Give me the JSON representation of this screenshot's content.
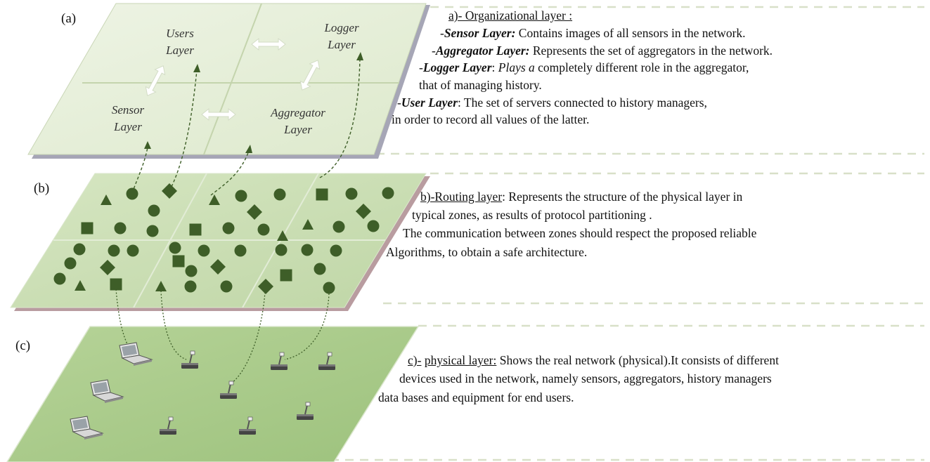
{
  "panels": {
    "a_label": "(a)",
    "b_label": "(b)",
    "c_label": "(c)"
  },
  "organizational_layer": {
    "cells": {
      "users": [
        "Users",
        "Layer"
      ],
      "logger": [
        "Logger",
        "Layer"
      ],
      "sensor": [
        "Sensor",
        "Layer"
      ],
      "aggregator": [
        "Aggregator",
        "Layer"
      ]
    },
    "description": {
      "heading": "a)- Organizational layer :",
      "sensor_prefix": "-",
      "sensor_term": "Sensor Layer:",
      "sensor_text": " Contains images of all sensors in the network.",
      "aggregator_prefix": "-",
      "aggregator_term": "Aggregator Layer:",
      "aggregator_text": " Represents the set of aggregators in the network.",
      "logger_prefix": "-",
      "logger_term": "Logger Layer",
      "logger_colon": ":  ",
      "logger_italic": "Plays a",
      "logger_text": " completely different role in the aggregator,",
      "logger_line2": "that of managing  history.",
      "user_prefix": "-",
      "user_term": "User Layer",
      "user_text": ": The set of servers connected to history managers,",
      "user_line2": "in order to record all values of the latter."
    }
  },
  "routing_layer": {
    "description": {
      "heading": "b)-Routing layer",
      "line1_rest": ":   Represents the structure of the physical layer in",
      "line2": "typical zones, as results of protocol partitioning  .",
      "line3": "The communication between zones should respect the proposed reliable",
      "line4": "Algorithms, to obtain a safe architecture."
    },
    "node_color": "#3e5e28"
  },
  "physical_layer": {
    "description": {
      "heading_prefix": "c)-",
      "heading_term": "physical layer:",
      "line1_rest": " Shows the real network (physical).It consists of different",
      "line2": "devices used in the network, namely sensors, aggregators, history managers",
      "line3": "data bases and equipment for end users."
    },
    "devices": [
      "laptop-icon",
      "sensor-device-icon"
    ]
  },
  "colors": {
    "layer_a": "#e6efd9",
    "layer_b": "#c9dcb2",
    "layer_c": "#a9c98a",
    "edge_a": "#8c8c9e",
    "edge_b": "#b99ca0",
    "node": "#3e5e28",
    "guide": "#d8e0c8"
  }
}
